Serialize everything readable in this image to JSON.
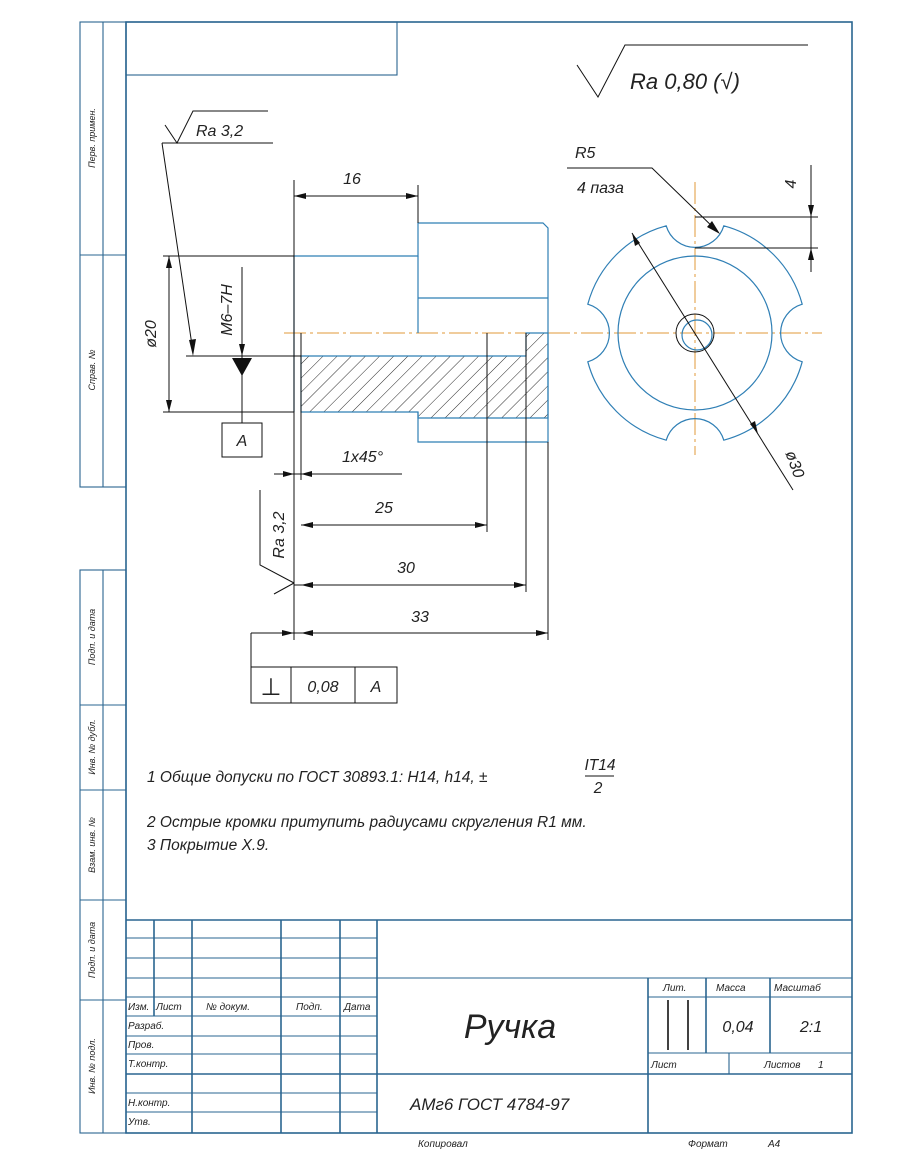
{
  "sheet": {
    "margin_labels": [
      "Перв. примен.",
      "Справ. №",
      "Подп. и дата",
      "Инв. № дубл.",
      "Взам. инв. №",
      "Подп. и дата",
      "Инв. № подл."
    ],
    "bottom_left": "Копировал",
    "format_label": "Формат",
    "format_value": "A4"
  },
  "title_block": {
    "columns": [
      "Изм.",
      "Лист",
      "№ докум.",
      "Подп.",
      "Дата"
    ],
    "roles": [
      "Разраб.",
      "Пров.",
      "Т.контр.",
      "Н.контр.",
      "Утв."
    ],
    "part_name": "Ручка",
    "material": "АМг6  ГОСТ 4784-97",
    "lit_label": "Лит.",
    "mass_label": "Масса",
    "scale_label": "Масштаб",
    "mass_value": "0,04",
    "scale_value": "2:1",
    "sheet_label": "Лист",
    "sheets_label": "Листов",
    "sheets_value": "1"
  },
  "drawing": {
    "general_roughness": "Ra 0,80 (√)",
    "roughness_top": "Ra 3,2",
    "roughness_face": "Ra 3,2",
    "dim_16": "16",
    "dim_d20": "ø20",
    "thread": "M6–7H",
    "datum": "A",
    "chamfer": "1x45°",
    "dim_25": "25",
    "dim_30": "30",
    "dim_33": "33",
    "tolerance": {
      "symbol": "⊥",
      "value": "0,08",
      "datum": "A"
    },
    "radius": "R5",
    "radius_count": "4 паза",
    "dim_4": "4",
    "dim_d30": "ø30"
  },
  "notes": {
    "line1": "1  Общие допуски по ГОСТ 30893.1: H14, h14, ±",
    "fraction_num": "IT14",
    "fraction_den": "2",
    "line2": "2  Острые кромки притупить радиусами скругления R1 мм.",
    "line3": "3  Покрытие Х.9."
  },
  "colors": {
    "frame": "#2a6590",
    "part": "#2f7fb5",
    "centerline": "#e09a3a"
  }
}
